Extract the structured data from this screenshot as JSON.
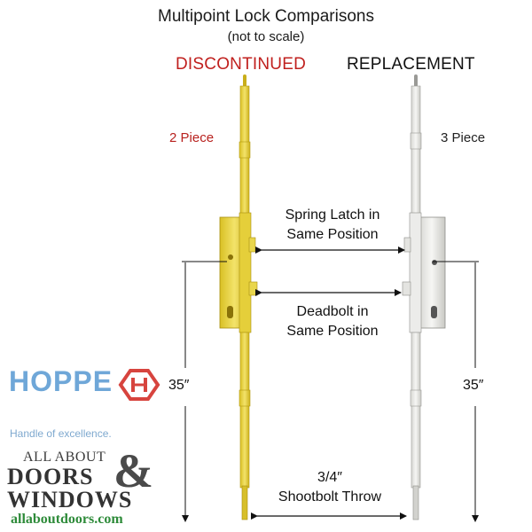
{
  "header": {
    "title": "Multipoint Lock Comparisons",
    "subtitle": "(not to scale)",
    "left_heading": "DISCONTINUED",
    "right_heading": "REPLACEMENT"
  },
  "left_lock": {
    "pieces": "2 Piece",
    "length": "35″",
    "color": "#e8d43a"
  },
  "right_lock": {
    "pieces": "3 Piece",
    "length": "35″",
    "color": "#e9e9e6"
  },
  "annotations": {
    "spring_latch_line1": "Spring Latch in",
    "spring_latch_line2": "Same Position",
    "deadbolt_line1": "Deadbolt in",
    "deadbolt_line2": "Same Position",
    "shootbolt_line1": "3/4″",
    "shootbolt_line2": "Shootbolt Throw"
  },
  "branding": {
    "hoppe_name": "HOPPE",
    "hoppe_tagline": "Handle of excellence.",
    "aad_line1": "ALL ABOUT",
    "aad_line2": "DOORS",
    "aad_line3": "WINDOWS",
    "aad_amp": "&",
    "aad_url": "allaboutdoors.com"
  }
}
